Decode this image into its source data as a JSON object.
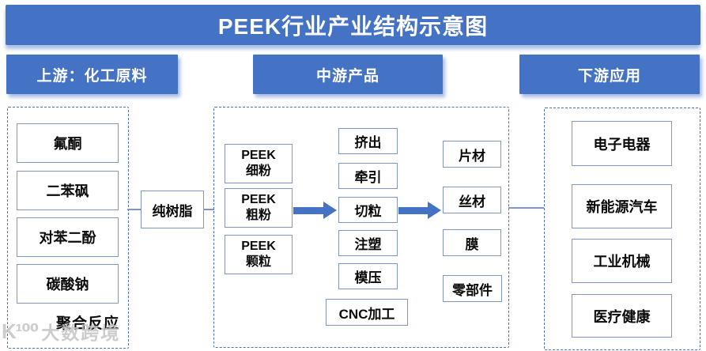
{
  "title": "PEEK行业产业结构示意图",
  "watermark": {
    "logo": "K¹⁰⁰",
    "text": "大数跨境"
  },
  "colors": {
    "primary_blue": "#4472C4",
    "box_border": "#8096BE",
    "dashed_border": "#4a6fbe",
    "shadow_blue": "#8EA9DB",
    "text": "#0a0a0a"
  },
  "sections": {
    "upstream": {
      "header": "上游：化工原料",
      "items": [
        "氟酮",
        "二苯砜",
        "对苯二酚",
        "碳酸钠"
      ],
      "footer_label": "聚合反应"
    },
    "resin": {
      "label": "纯树脂"
    },
    "midstream": {
      "header": "中游产品",
      "forms": [
        {
          "line1": "PEEK",
          "line2": "细粉"
        },
        {
          "line1": "PEEK",
          "line2": "粗粉"
        },
        {
          "line1": "PEEK",
          "line2": "颗粒"
        }
      ],
      "processes": [
        "挤出",
        "牵引",
        "切粒",
        "注塑",
        "模压",
        "CNC加工"
      ],
      "outputs": [
        "片材",
        "丝材",
        "膜",
        "零部件"
      ]
    },
    "downstream": {
      "header": "下游应用",
      "items": [
        "电子电器",
        "新能源汽车",
        "工业机械",
        "医疗健康"
      ]
    }
  }
}
